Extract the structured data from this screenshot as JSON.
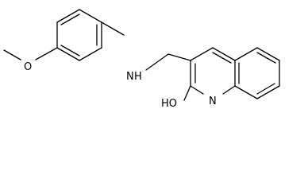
{
  "structure": {
    "atoms": {
      "methoxy_oxygen": "O",
      "amine_nitrogen": "N",
      "amine_hydrogen": "H",
      "hydroxyl": "HO",
      "ring_nitrogen": "N"
    }
  }
}
